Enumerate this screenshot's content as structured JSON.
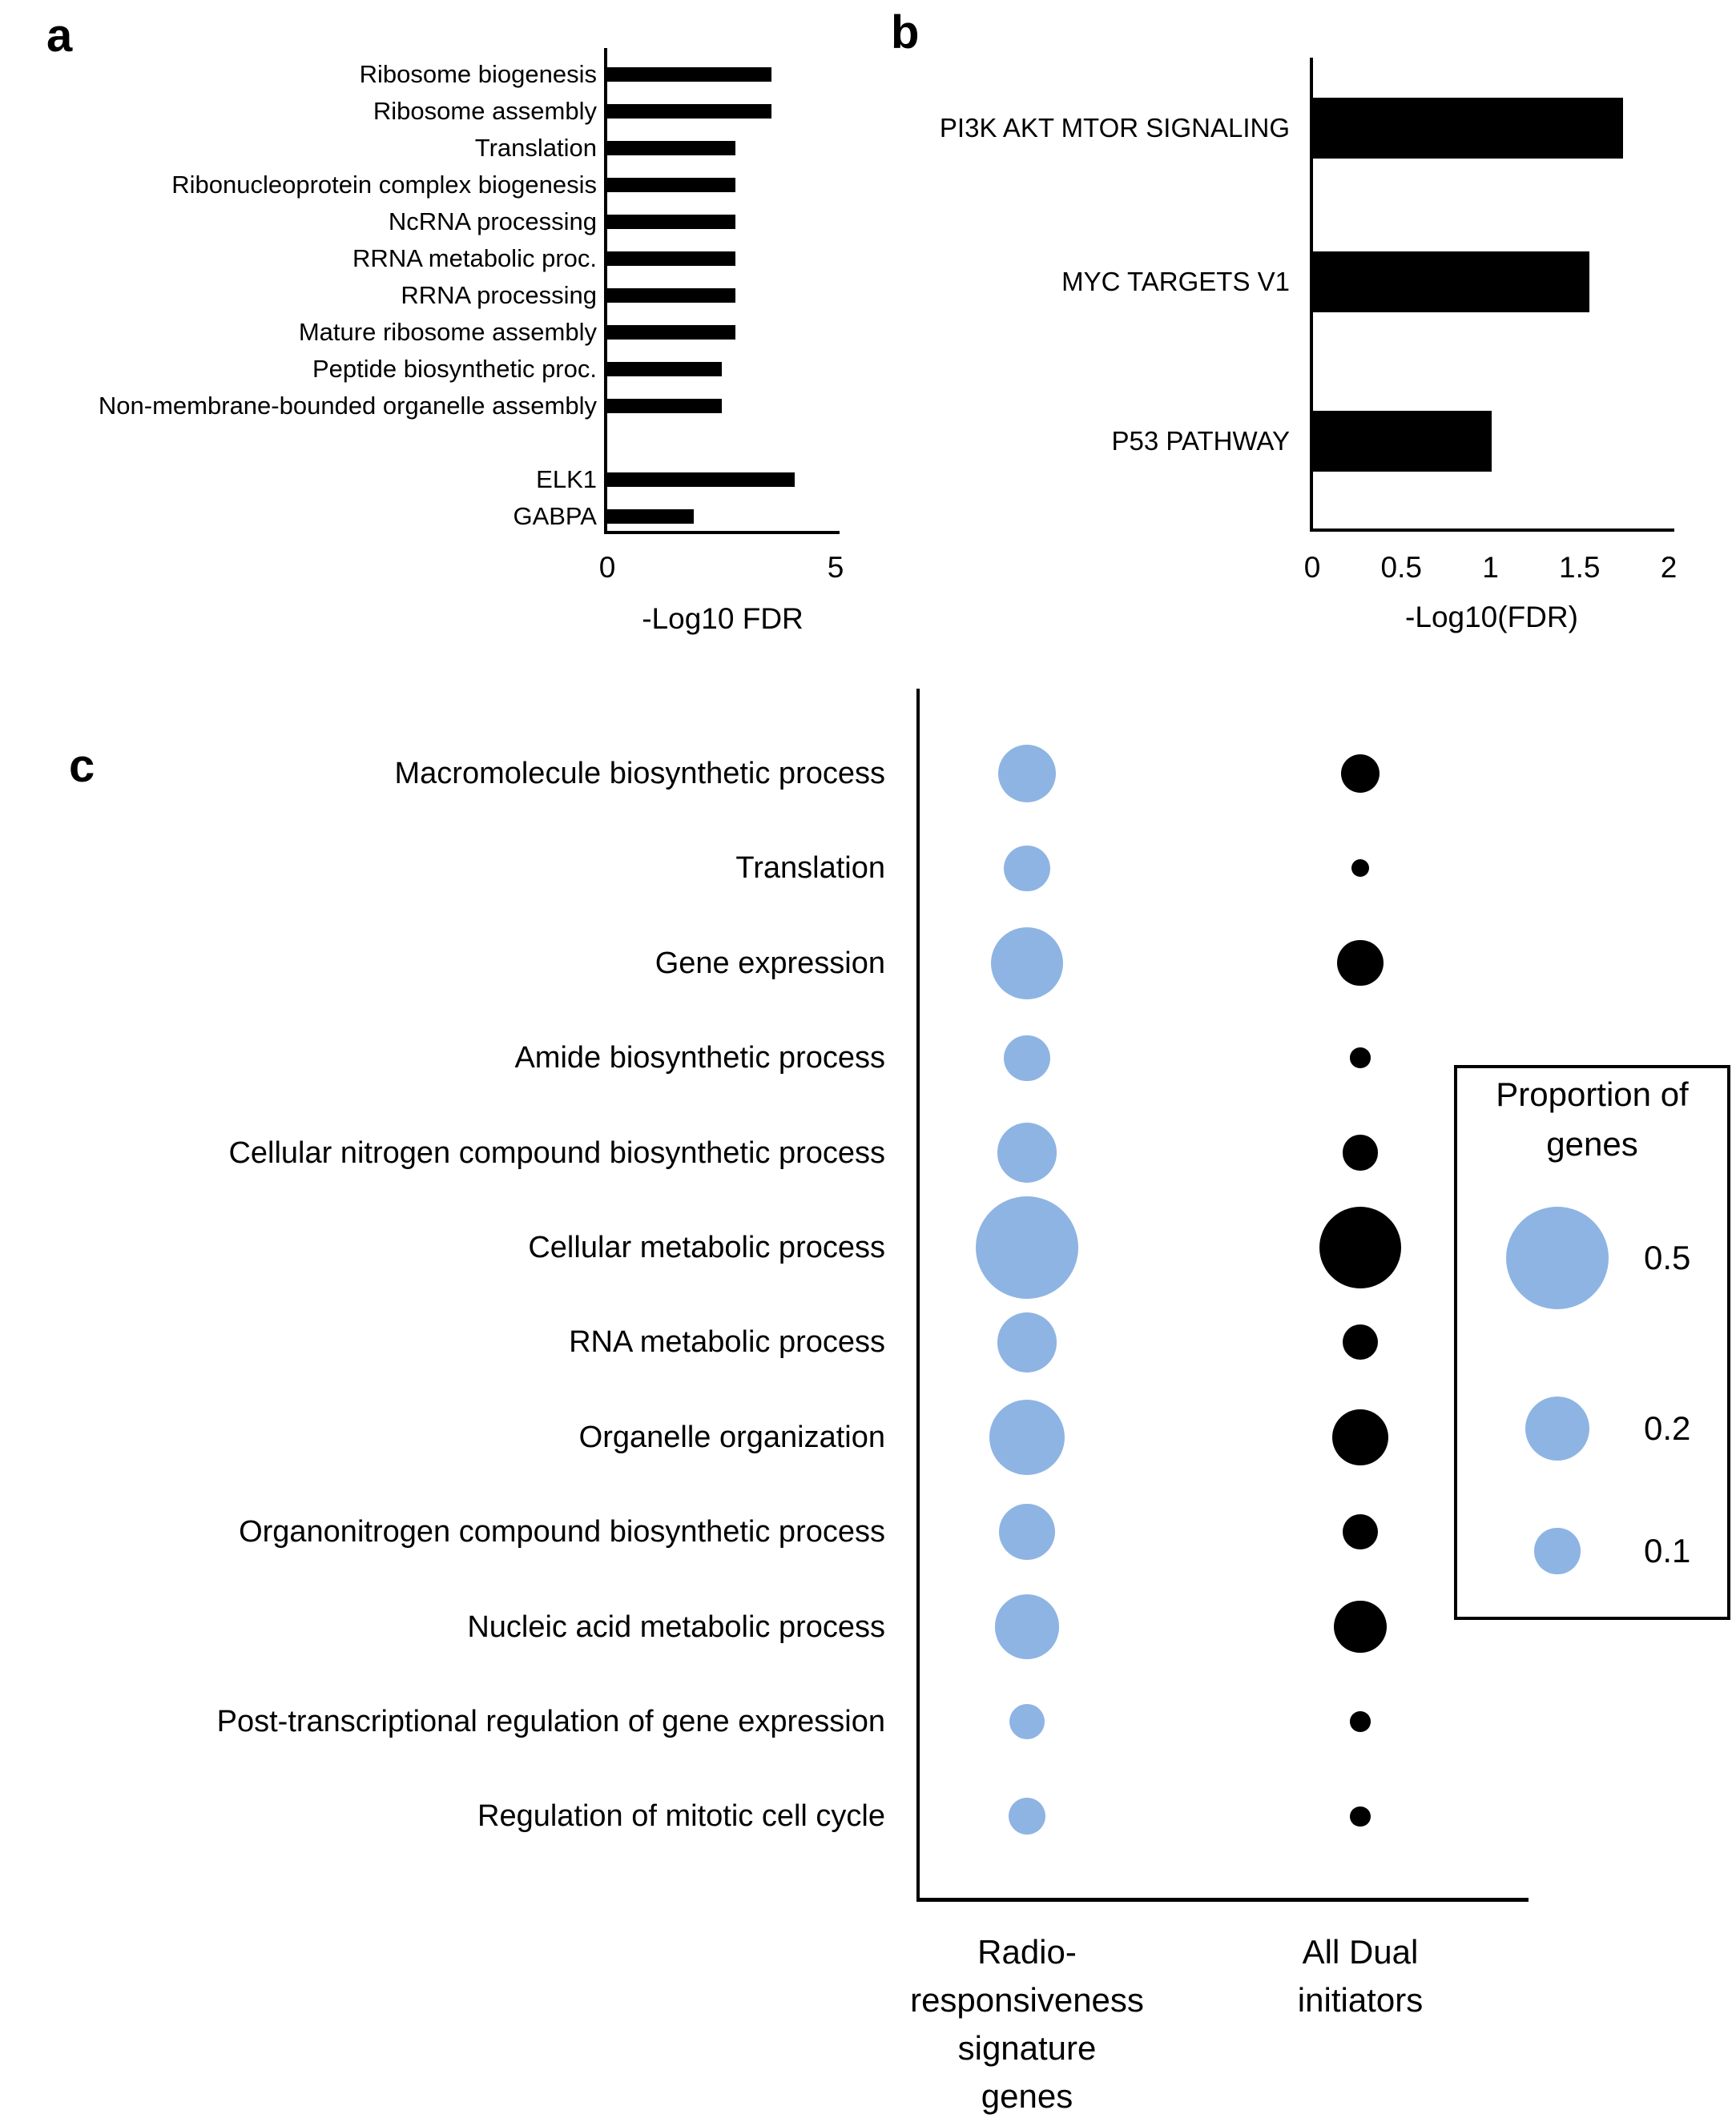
{
  "panel_a": {
    "letter": "a"
  },
  "panel_b": {
    "letter": "b"
  },
  "panel_c": {
    "letter": "c",
    "column_headers": {
      "col1_lines": [
        "Radio-",
        "responsiveness",
        "signature",
        "genes"
      ],
      "col2_lines": [
        "All Dual",
        "initiators"
      ]
    },
    "legend_title_lines": [
      "Proportion of",
      "genes"
    ]
  },
  "colors": {
    "bar_black": "#000000",
    "dot_blue": "#8EB4E3",
    "dot_black": "#000000",
    "axis_black": "#000000"
  },
  "chart_data": [
    {
      "panel": "a",
      "type": "bar",
      "orientation": "horizontal",
      "categories": [
        "Ribosome biogenesis",
        "Ribosome assembly",
        "Translation",
        "Ribonucleoprotein complex biogenesis",
        "NcRNA processing",
        "RRNA metabolic proc.",
        "RRNA processing",
        "Mature ribosome assembly",
        "Peptide biosynthetic proc.",
        "Non-membrane-bounded organelle assembly",
        "ELK1",
        "GABPA"
      ],
      "values": [
        3.6,
        3.6,
        2.8,
        2.8,
        2.8,
        2.8,
        2.8,
        2.8,
        2.5,
        2.5,
        4.1,
        1.9
      ],
      "groups": [
        "go_term",
        "go_term",
        "go_term",
        "go_term",
        "go_term",
        "go_term",
        "go_term",
        "go_term",
        "go_term",
        "go_term",
        "transcription_factor",
        "transcription_factor"
      ],
      "xlabel": "-Log10 FDR",
      "xlim": [
        0,
        5
      ],
      "xticks": [
        0,
        5
      ],
      "bar_color": "#000000",
      "grid": false
    },
    {
      "panel": "b",
      "type": "bar",
      "orientation": "horizontal",
      "categories": [
        "PI3K AKT MTOR SIGNALING",
        "MYC TARGETS V1",
        "P53 PATHWAY"
      ],
      "values": [
        1.74,
        1.55,
        1.0
      ],
      "xlabel": "-Log10(FDR)",
      "xlim": [
        0,
        2
      ],
      "xticks": [
        0,
        0.5,
        1,
        1.5,
        2
      ],
      "bar_color": "#000000",
      "grid": false
    },
    {
      "panel": "c",
      "type": "bubble",
      "size_encoding": "dot area proportional to proportion of genes",
      "categories": [
        "Macromolecule biosynthetic process",
        "Translation",
        "Gene expression",
        "Amide biosynthetic process",
        "Cellular nitrogen compound biosynthetic process",
        "Cellular metabolic process",
        "RNA metabolic process",
        "Organelle organization",
        "Organonitrogen compound biosynthetic process",
        "Nucleic acid metabolic process",
        "Post-transcriptional regulation of gene expression",
        "Regulation of mitotic cell cycle"
      ],
      "series": [
        {
          "name": "Radio-responsiveness signature genes",
          "color": "#8EB4E3",
          "proportions": [
            0.16,
            0.1,
            0.25,
            0.1,
            0.17,
            0.5,
            0.17,
            0.27,
            0.15,
            0.2,
            0.06,
            0.065
          ]
        },
        {
          "name": "All Dual initiators",
          "color": "#000000",
          "proportions": [
            0.07,
            0.015,
            0.1,
            0.02,
            0.06,
            0.32,
            0.06,
            0.15,
            0.06,
            0.13,
            0.02,
            0.02
          ]
        }
      ],
      "legend": {
        "title": "Proportion of genes",
        "values": [
          0.5,
          0.2,
          0.1
        ],
        "color": "#8EB4E3",
        "position": "right"
      },
      "grid": false
    }
  ]
}
